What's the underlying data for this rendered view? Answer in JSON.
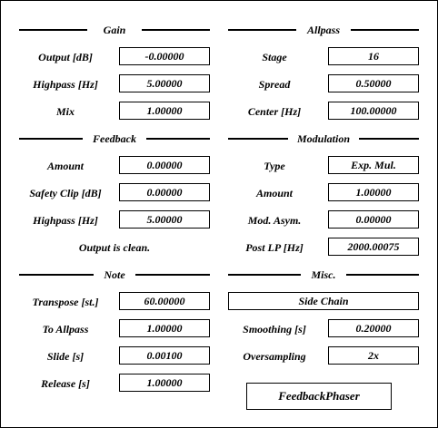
{
  "gain": {
    "title": "Gain",
    "output_label": "Output [dB]",
    "output_value": "-0.00000",
    "highpass_label": "Highpass [Hz]",
    "highpass_value": "5.00000",
    "mix_label": "Mix",
    "mix_value": "1.00000"
  },
  "allpass": {
    "title": "Allpass",
    "stage_label": "Stage",
    "stage_value": "16",
    "spread_label": "Spread",
    "spread_value": "0.50000",
    "center_label": "Center [Hz]",
    "center_value": "100.00000"
  },
  "feedback": {
    "title": "Feedback",
    "amount_label": "Amount",
    "amount_value": "0.00000",
    "safety_clip_label": "Safety Clip [dB]",
    "safety_clip_value": "0.00000",
    "highpass_label": "Highpass [Hz]",
    "highpass_value": "5.00000",
    "status": "Output is clean."
  },
  "modulation": {
    "title": "Modulation",
    "type_label": "Type",
    "type_value": "Exp. Mul.",
    "amount_label": "Amount",
    "amount_value": "1.00000",
    "asym_label": "Mod. Asym.",
    "asym_value": "0.00000",
    "post_lp_label": "Post LP [Hz]",
    "post_lp_value": "2000.00075"
  },
  "note": {
    "title": "Note",
    "transpose_label": "Transpose [st.]",
    "transpose_value": "60.00000",
    "to_allpass_label": "To Allpass",
    "to_allpass_value": "1.00000",
    "slide_label": "Slide [s]",
    "slide_value": "0.00100",
    "release_label": "Release [s]",
    "release_value": "1.00000"
  },
  "misc": {
    "title": "Misc.",
    "side_chain_label": "Side Chain",
    "smoothing_label": "Smoothing [s]",
    "smoothing_value": "0.20000",
    "oversampling_label": "Oversampling",
    "oversampling_value": "2x"
  },
  "plugin_name": "FeedbackPhaser"
}
